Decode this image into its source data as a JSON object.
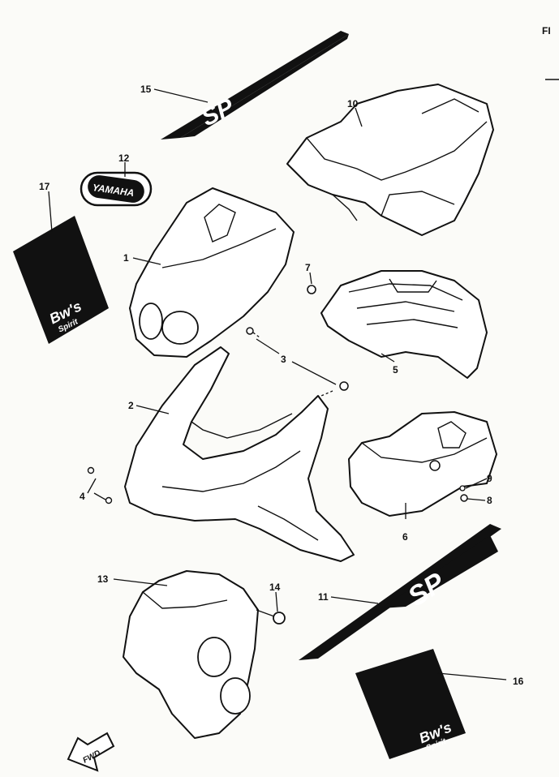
{
  "figure_label": "FI",
  "fwd_label": "FWD",
  "emblem": {
    "text": "YAMAHA"
  },
  "decals": {
    "sp_text": "SP",
    "script_top": "Bw's",
    "script_bottom": "Spirit"
  },
  "callouts": [
    {
      "id": "1",
      "label": "1"
    },
    {
      "id": "2",
      "label": "2"
    },
    {
      "id": "3",
      "label": "3"
    },
    {
      "id": "4",
      "label": "4"
    },
    {
      "id": "5",
      "label": "5"
    },
    {
      "id": "6",
      "label": "6"
    },
    {
      "id": "7",
      "label": "7"
    },
    {
      "id": "8",
      "label": "8"
    },
    {
      "id": "9",
      "label": "9"
    },
    {
      "id": "10",
      "label": "10"
    },
    {
      "id": "11",
      "label": "11"
    },
    {
      "id": "12",
      "label": "12"
    },
    {
      "id": "13",
      "label": "13"
    },
    {
      "id": "14",
      "label": "14"
    },
    {
      "id": "15",
      "label": "15"
    },
    {
      "id": "16",
      "label": "16"
    },
    {
      "id": "17",
      "label": "17"
    }
  ],
  "colors": {
    "ink": "#111111",
    "paper": "#fbfbf8"
  }
}
